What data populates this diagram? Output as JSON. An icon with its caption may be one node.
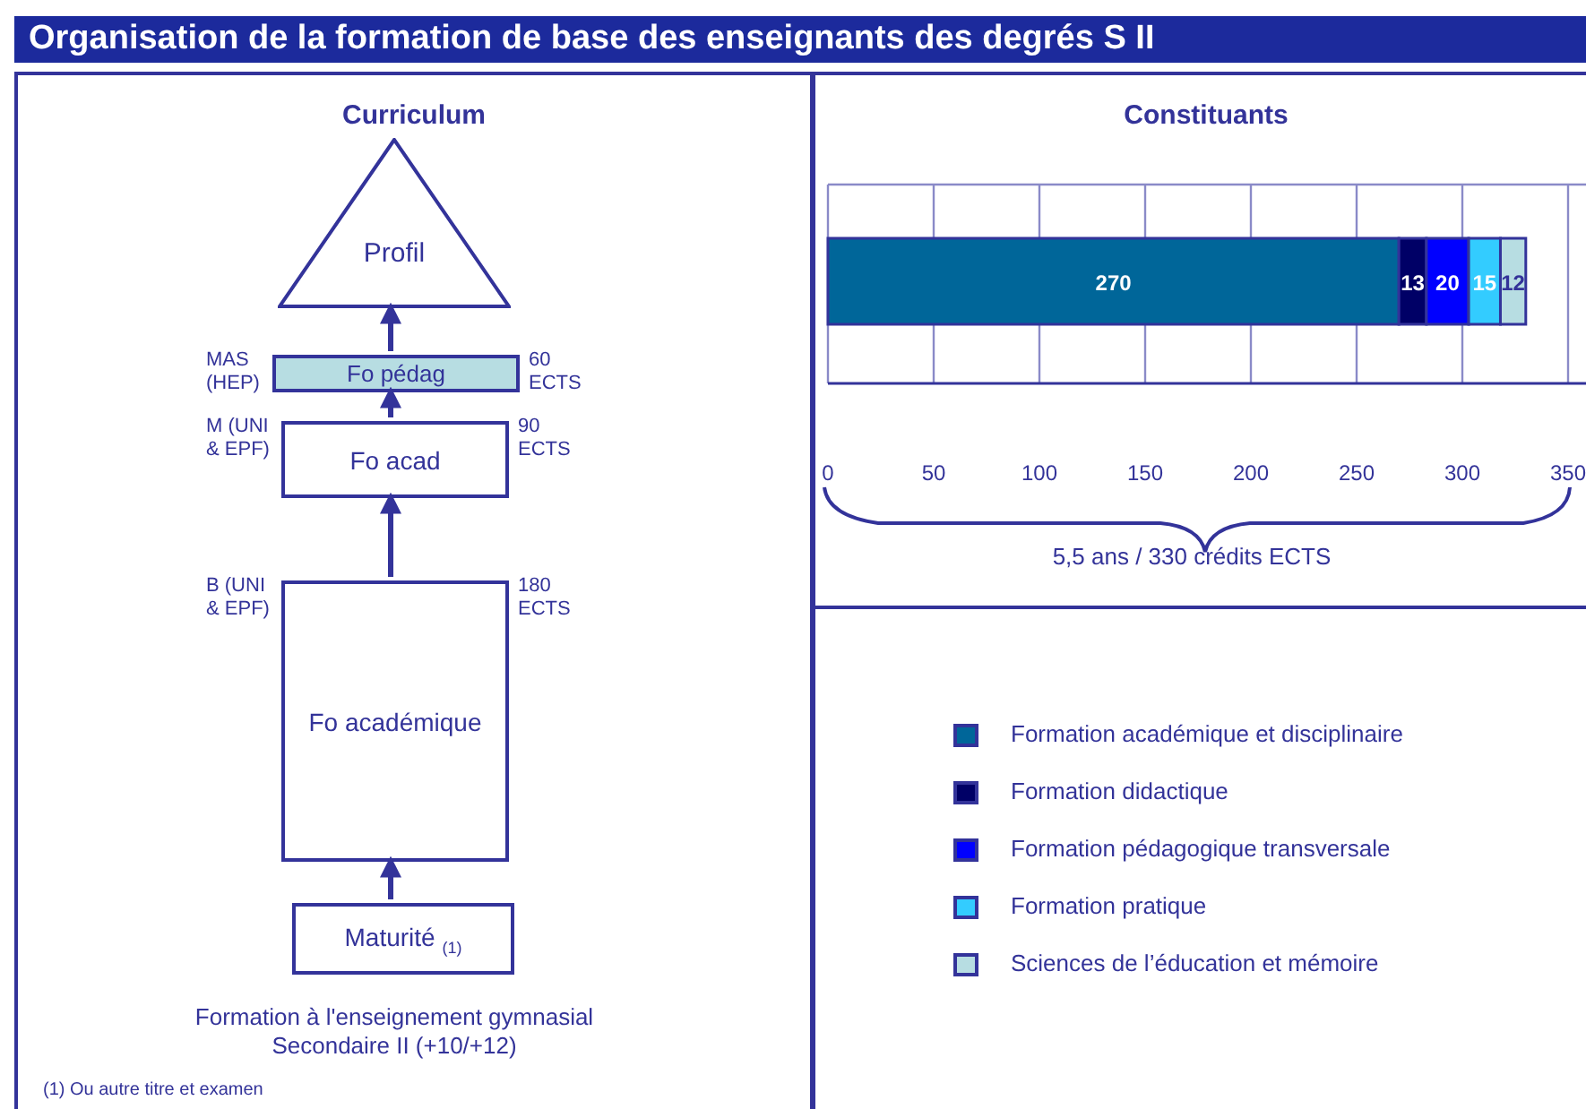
{
  "diagram": {
    "title": "Organisation de la formation de base des enseignants des degrés S II",
    "nodes": [
      {
        "text": [
          "Curriculum"
        ]
      },
      {
        "text": [
          "Profil"
        ],
        "in": 0
      },
      {
        "text": [
          "Fo pédag"
        ],
        "in": 0,
        "beside": [
          "MAS (HEP)",
          "60 ECTS"
        ]
      },
      {
        "text": [
          "Fo acad"
        ],
        "in": 0,
        "beside": [
          "M (UNI & EPF)",
          "90 ECTS"
        ]
      },
      {
        "text": [
          "Fo académique"
        ],
        "in": 0,
        "beside": [
          "B (UNI & EPF)",
          "180 ECTS"
        ]
      },
      {
        "text": [
          "Maturité $_{(1)}$"
        ],
        "in": 0
      },
      {
        "text": [
          "Constituants"
        ]
      }
    ],
    "edges": [
      {
        "from": 5,
        "to": 4,
        "arrow": "to"
      },
      {
        "from": 4,
        "to": 3,
        "arrow": "to"
      },
      {
        "from": 3,
        "to": 2,
        "arrow": "to"
      },
      {
        "from": 2,
        "to": 1,
        "arrow": "to"
      }
    ],
    "labels": [
      "5,5 ans / 330 crédits ECTS",
      "Formation à l'enseignement gymnasial Secondaire II (+10/+12)",
      "(1) Ou autre titre et examen"
    ],
    "legend": [
      {
        "text": "Formation académique et disciplinaire",
        "color": "#006699"
      },
      {
        "text": "Formation didactique",
        "color": "#000066"
      },
      {
        "text": "Formation pédagogique transversale",
        "color": "#0000ff"
      },
      {
        "text": "Formation pratique",
        "color": "#33ccff"
      },
      {
        "text": "Sciences de l’éducation et mémoire",
        "color": "#b7dde2"
      }
    ],
    "chart_data": {
      "type": "bar",
      "orientation": "horizontal",
      "stacked": true,
      "data_labels": true,
      "categories": [
        null
      ],
      "series": [
        {
          "color": "#006699",
          "values": [
            270
          ]
        },
        {
          "color": "#000066",
          "values": [
            13
          ]
        },
        {
          "color": "#0000ff",
          "values": [
            20
          ]
        },
        {
          "color": "#33ccff",
          "values": [
            15
          ]
        },
        {
          "color": "#b7dde2",
          "values": [
            12
          ]
        }
      ],
      "grid": true,
      "xlim": [
        0,
        350
      ],
      "xticks": [
        0,
        50,
        100,
        150,
        200,
        250,
        300,
        350
      ]
    }
  }
}
